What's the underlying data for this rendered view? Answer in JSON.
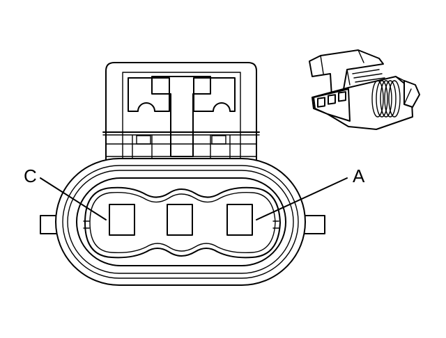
{
  "diagram": {
    "type": "connector-face-view",
    "cavity_labels": {
      "left": "C",
      "right": "A"
    },
    "cavity_count": 3,
    "inset": "connector-isometric-view",
    "colors": {
      "line": "#000000",
      "background": "#ffffff"
    }
  }
}
